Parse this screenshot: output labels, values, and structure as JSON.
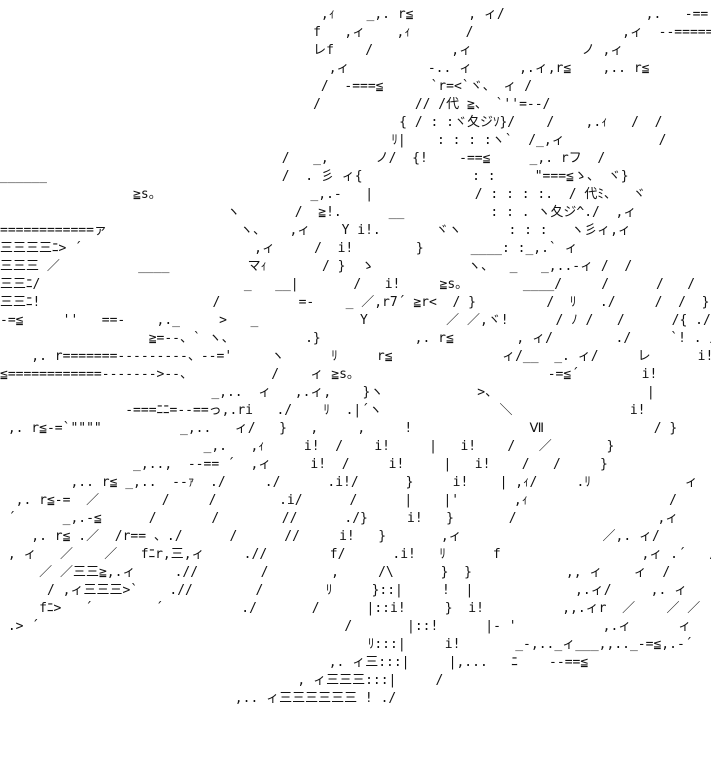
{
  "colors": {
    "background": "#ffffff",
    "ink": "#111111"
  },
  "art": {
    "lines": [
      "                                         ,ｨ    _,. r≦       , ィ/                  ,.   -==     `丶",
      "                                        f   ,ィ    ,ｨ       /                   ,ィ  --======-",
      "                                        レf    /          ,ィ              ノ ,ィ",
      "                                          ,ィ          -.. ィ      ,.ィ,r≦    ,.. r≦",
      "                                         /  -===≦      `r=<`ヾ、 ィ /",
      "                                        /            // /代 ≧、 `''=--/",
      "                                                   { / : :ヾ夂ジｿ}/    /    ,.ｨ   /  /",
      "                                                  ﾘ|    : : : :ヽ`  /_,ィ            /",
      "                                    /   _,      ノ/  {!    -==≦     _,. rフ  /",
      "______                              /  . 彡 ィ{              : :     \"===≦ゝ、 ヾ}",
      "                 ≧s。                   _,.-   |             / : : : :.  / 代ﾐ、  ヾ",
      "                             ヽ       /  ≧!.      __           : : . ヽ夂ジ^./  ,ィ",
      "============ァ                 ヽ、   ,ィ    Y i!.       ヾヽ      : : :   ヽ彡ィ,ィ",
      "三三三三ﾆ> ´                      ,ィ     /  i!        }      ____: :_,.` ィ",
      "三三三 ／          ____          マｨ       / }  ゝ            ヽ、  _   _,..-ィ /  /",
      "三三ﾆ/                          _   __|       /   i!     ≧s。       ____/     /      /   /    /",
      "三三ﾆ!                      /          =-    _ ／,r7´ ≧r<  / }         /  ﾘ   ./     /  /  }  /",
      "-=≦     ''   ==-    ,._     >   _             Y          ／ ／,ヾ!      / ﾉ /   /      /{ ./  /! f",
      "                   ≧=--、` ヽ、         .}            ,. r≦        , ィ/        ./     `! . / ヽ|",
      "    ,. r=======---------、--='     ヽ      ﾘ     r≦              ィ/__  _. ィ/     レ      i!",
      "≦============------->--、          /    ィ ≧s。                        -=≦´        i!",
      "                           _,..  ィ   ,.ィ,    }ヽ            >、                   |         i!",
      "                -===ﾆﾆ=--==っ,.ri   ./    ﾘ  .|´ヽ               ＼               i!         i!",
      " ,. r≦-=`\"\"\"\"          _,..   ィ/   }   ,     ,     !               Ⅶ              / }           ヽ",
      "                          _,.   ,ｨ     i!  /    i!     |   i!    /   ／       }              ,ィ  /\\        ヽ",
      "                 _,..,  --== ´  ,ィ     i!  /     i!     |   i!    /   /     }              ,ィ  / \\       ＼",
      "         ,.. r≦ _,..  --ｧ  ./     ./      .i!/      }     i!    | ,ｨ/     .ﾘ            ィ    /  ^     ＼",
      "  ,. r≦-=  ／        /     /        .i/      /      |    |'       ,ｨ                  /      ヽ       ＼",
      " ´      _,.-≦      /       /        //      ./}     i!   }       /                  ,ィ       /",
      "    ,. r≦ .／  /r== 、./      /      //     i!   }       ,ィ                  ／,. ィ/",
      " , ィ   ／    ／   fﾆr,三,ィ     .//        f/      .i!   ﾘ      f                  ,ィ .´   /",
      "     ／ ／三三≧,.ィ     .//        /        ,     /\\      }  }            ,, ィ    ィ  /",
      "      / ,ィ三三三>`    .//        /        ﾘ     }::|     !  |             ,.ィ/     ,. ィ    .／／",
      "     fﾆ>   ´        ´          ./       /      |::i!     }  i!          ,,.ィr  ／    ／ ／",
      " .> ´                                       /       |::!      |- '           ,.ィ      ィ",
      "                                               ﾘ:::|     i!       _-,.._ィ___,,.._-=≦,.-´",
      "                                          ,. ィ三:::|     |,...   ﾆ    --==≦",
      "                                      , ィ三三三:::|     /                                   ,..ィ",
      "                              ,.. ィ三三三三三三 ! ./"
    ]
  }
}
